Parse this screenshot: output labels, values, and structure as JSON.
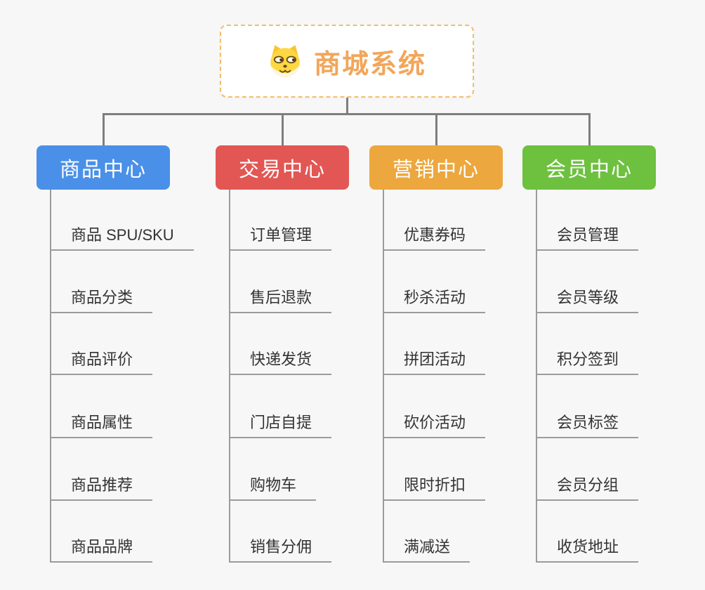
{
  "root": {
    "title": "商城系统",
    "icon": "doge-icon",
    "title_color": "#f2a65a",
    "border_color": "#f3bd6d"
  },
  "connector_color": "#7e7e7e",
  "leaf_line_color": "#9b9b9b",
  "branches": [
    {
      "label": "商品中心",
      "color": "#4a90e8",
      "items": [
        "商品 SPU/SKU",
        "商品分类",
        "商品评价",
        "商品属性",
        "商品推荐",
        "商品品牌"
      ]
    },
    {
      "label": "交易中心",
      "color": "#e25754",
      "items": [
        "订单管理",
        "售后退款",
        "快递发货",
        "门店自提",
        "购物车",
        "销售分佣"
      ]
    },
    {
      "label": "营销中心",
      "color": "#eca73e",
      "items": [
        "优惠券码",
        "秒杀活动",
        "拼团活动",
        "砍价活动",
        "限时折扣",
        "满减送"
      ]
    },
    {
      "label": "会员中心",
      "color": "#6dc13f",
      "items": [
        "会员管理",
        "会员等级",
        "积分签到",
        "会员标签",
        "会员分组",
        "收货地址"
      ]
    }
  ]
}
